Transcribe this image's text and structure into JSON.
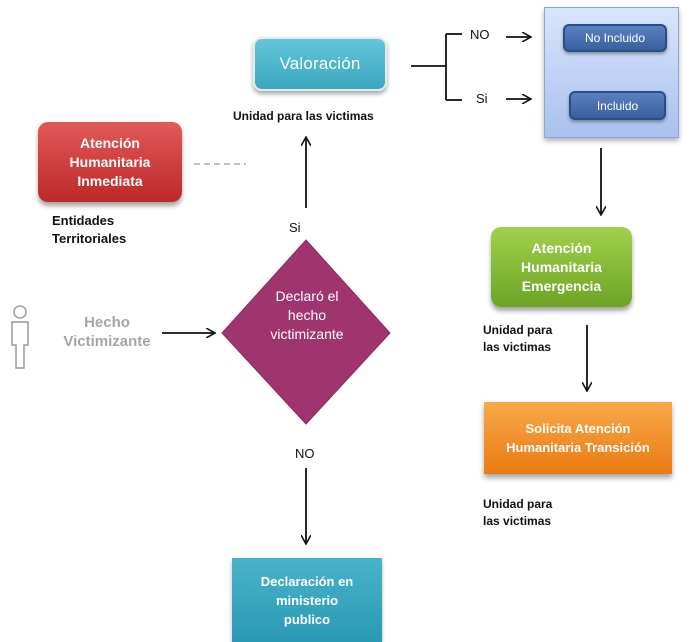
{
  "nodes": {
    "valoracion": "Valoración",
    "valoracion_caption": "Unidad para las victimas",
    "atencion_inmediata": [
      "Atención",
      "Humanitaria",
      "Inmediata"
    ],
    "atencion_inmediata_caption": [
      "Entidades",
      "Territoriales"
    ],
    "hecho": [
      "Hecho",
      "Victimizante"
    ],
    "declaro": [
      "Declaró el",
      "hecho",
      "victimizante"
    ],
    "no_incluido": "No Incluido",
    "incluido": "Incluido",
    "atencion_emergencia": [
      "Atención",
      "Humanitaria",
      "Emergencia"
    ],
    "atencion_emergencia_caption": [
      "Unidad para",
      "las victimas"
    ],
    "solicita": [
      "Solicita Atención",
      "Humanitaria Transición"
    ],
    "solicita_caption": [
      "Unidad para",
      "las victimas"
    ],
    "declaracion": [
      "Declaración en",
      "ministerio",
      "publico"
    ]
  },
  "edge_labels": {
    "si_up": "Si",
    "no_down": "NO",
    "no_branch": "NO",
    "si_branch": "Si"
  },
  "colors": {
    "valoracion": "#4fb8cf",
    "atencion_inmediata": "#d04040",
    "decision_diamond": "#a0346f",
    "atencion_emergencia": "#86bd37",
    "solicita": "#f08a1f",
    "declaracion": "#35a6bf",
    "panel": "#c7d7f5",
    "pill": "#4a6fb0"
  }
}
